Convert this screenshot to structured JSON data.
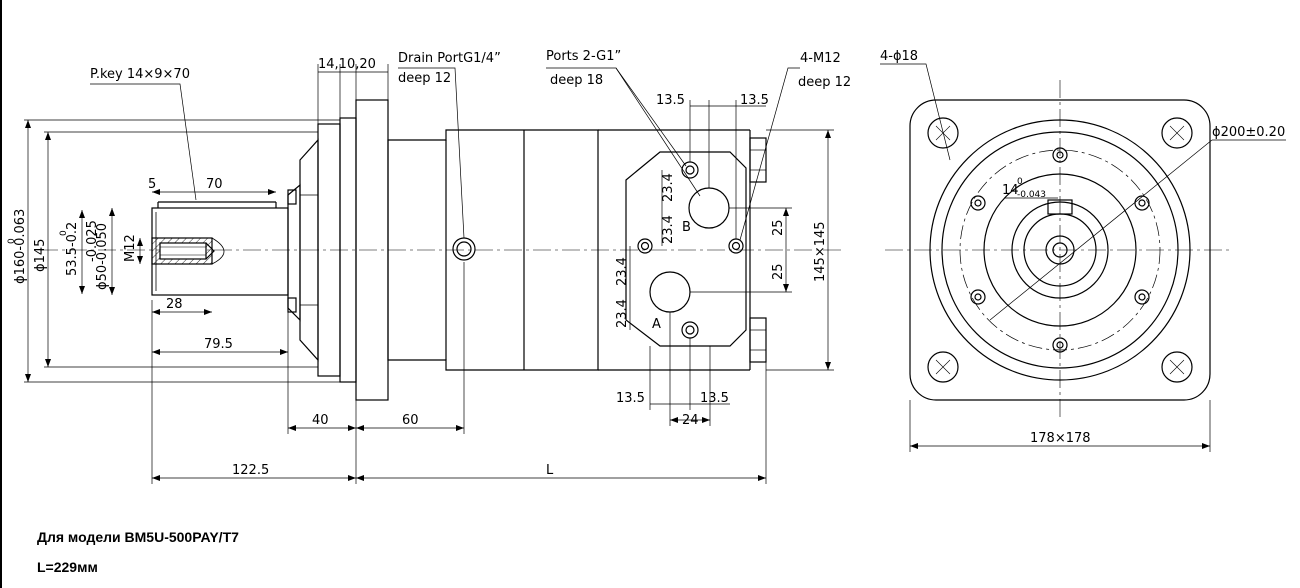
{
  "labels": {
    "key": "P.key 14×9×70",
    "flange_widths": "14,10,20",
    "drain_port_line1": "Drain PortG1/4”",
    "drain_port_line2": "deep 12",
    "ports_line1": "Ports 2-G1”",
    "ports_line2": "deep 18",
    "tapped_holes_line1": "4-M12",
    "tapped_holes_line2": "deep 12",
    "mount_holes": "4-ϕ18",
    "bolt_circle": "ϕ200±0.20",
    "key_width": "14",
    "key_width_upper": "0",
    "key_width_lower": "-0.043",
    "port_a": "A",
    "port_b": "B"
  },
  "dims": {
    "d_5": "5",
    "d_70": "70",
    "d_28": "28",
    "d_79_5": "79.5",
    "d_40": "40",
    "d_60": "60",
    "d_122_5": "122.5",
    "d_L": "L",
    "d_13_5_top_left": "13.5",
    "d_13_5_top_right": "13.5",
    "d_13_5_bot_left": "13.5",
    "d_13_5_bot_right": "13.5",
    "d_24": "24",
    "d_25_upper": "25",
    "d_25_lower": "25",
    "d_23_4_a": "23.4",
    "d_23_4_b": "23.4",
    "d_23_4_c": "23.4",
    "d_23_4_d": "23.4",
    "d_145x145": "145×145",
    "d_178x178": "178×178",
    "dia_160": "ϕ160-0.063",
    "dia_160_upper": "0",
    "dia_145": "ϕ145",
    "dim_53_5": "53.5-0.2",
    "dim_53_5_upper": "0",
    "dim_50": "ϕ50-0.050",
    "dim_50_upper": "-0.025",
    "thread": "M12"
  },
  "caption": {
    "model": "Для модели BM5U-500PAY/T7",
    "length": "L=229мм"
  }
}
